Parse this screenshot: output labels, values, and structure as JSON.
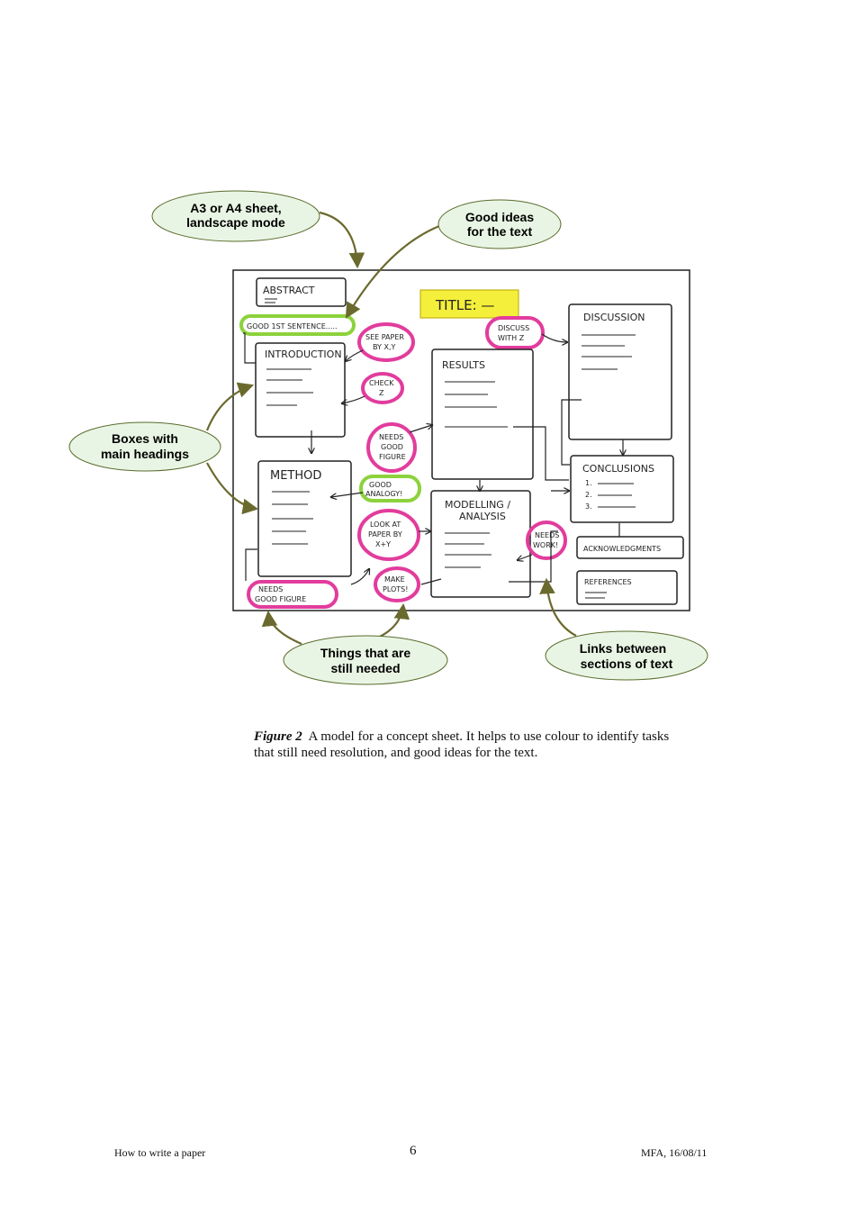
{
  "callouts": {
    "sheet": [
      "A3 or A4 sheet,",
      "landscape mode"
    ],
    "ideas": [
      "Good ideas",
      "for the text"
    ],
    "boxes": [
      "Boxes with",
      "main headings"
    ],
    "needed": [
      "Things that are",
      "still needed"
    ],
    "links": [
      "Links between",
      "sections of text"
    ]
  },
  "sketch": {
    "abstract": "ABSTRACT",
    "title": "TITLE: —",
    "good_sentence": "GOOD 1ST SENTENCE.....",
    "introduction": "INTRODUCTION",
    "see_paper": [
      "SEE PAPER",
      "BY X,Y"
    ],
    "check_z": [
      "CHECK",
      "Z"
    ],
    "discuss_with_z": [
      "DISCUSS",
      "WITH Z"
    ],
    "results": "RESULTS",
    "discussion": "DISCUSSION",
    "needs_good_figure": [
      "NEEDS",
      "GOOD",
      "FIGURE"
    ],
    "method": "METHOD",
    "good_analogy": [
      "GOOD",
      "ANALOGY!"
    ],
    "look_at_paper": [
      "LOOK AT",
      "PAPER BY",
      "X+Y"
    ],
    "modelling": [
      "MODELLING /",
      "ANALYSIS"
    ],
    "conclusions": "CONCLUSIONS",
    "conclusion_items": [
      "1.",
      "2.",
      "3."
    ],
    "needs_work": [
      "NEEDS",
      "WORK!"
    ],
    "acknowledgements": "ACKNOWLEDGMENTS",
    "make_plots": [
      "MAKE",
      "PLOTS!"
    ],
    "references": "REFERENCES",
    "needs_good_figure_bottom": [
      "NEEDS",
      "GOOD FIGURE"
    ]
  },
  "caption": {
    "label": "Figure 2",
    "text": "A model for a concept sheet.  It helps to use colour to identify tasks that still need resolution, and good ideas for the text."
  },
  "footer": {
    "left": "How to write a paper",
    "center": "6",
    "right": "MFA, 16/08/11"
  },
  "colors": {
    "callout_fill": "#e9f5e4",
    "callout_stroke": "#5a6b2c",
    "arrow": "#6b6a2e",
    "pink": "#e23c9d",
    "green": "#8cd23c",
    "yellow": "#f4ef3a"
  }
}
